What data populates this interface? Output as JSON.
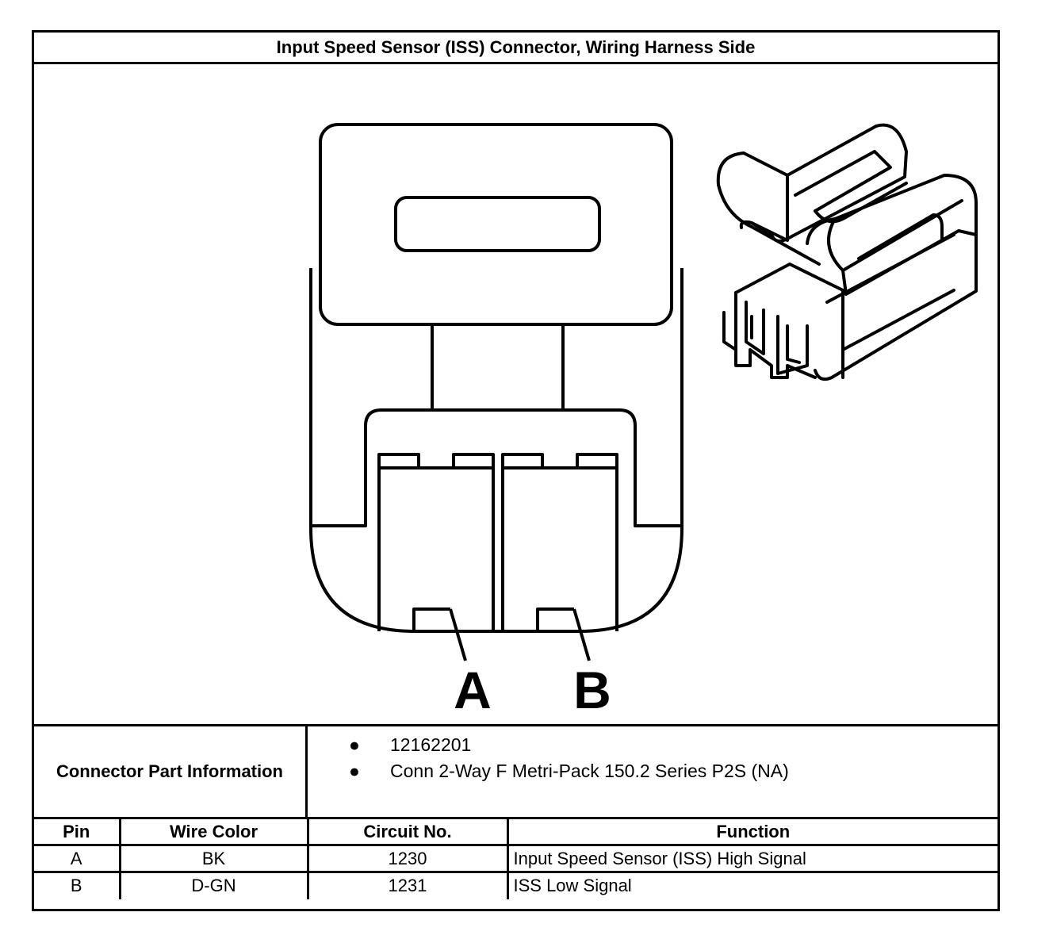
{
  "title": "Input Speed Sensor (ISS) Connector, Wiring Harness Side",
  "diagram": {
    "pin_labels": [
      "A",
      "B"
    ]
  },
  "connector_part_information": {
    "label": "Connector Part Information",
    "items": [
      "12162201",
      "Conn 2-Way F Metri-Pack 150.2 Series P2S (NA)"
    ]
  },
  "pin_table": {
    "headers": [
      "Pin",
      "Wire Color",
      "Circuit No.",
      "Function"
    ],
    "rows": [
      [
        "A",
        "BK",
        "1230",
        "Input Speed Sensor (ISS) High Signal"
      ],
      [
        "B",
        "D-GN",
        "1231",
        "ISS Low Signal"
      ]
    ]
  }
}
